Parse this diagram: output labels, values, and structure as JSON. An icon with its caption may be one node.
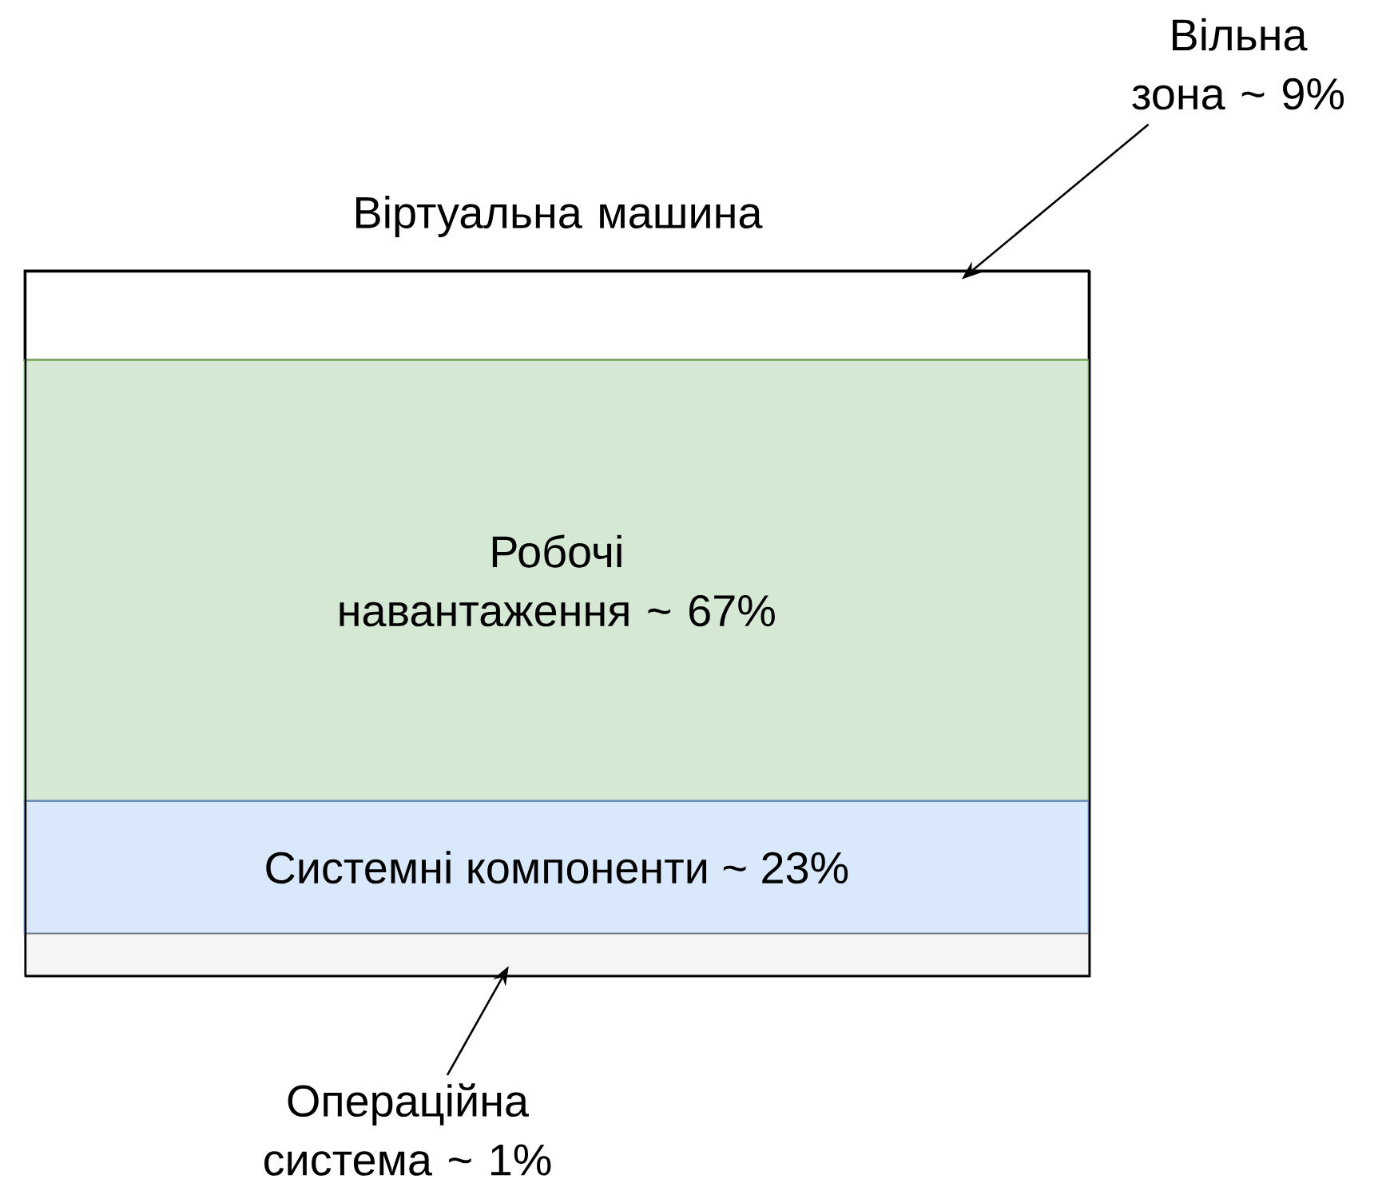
{
  "diagram": {
    "nodes": [
      {
        "text": [
          "Віртуальна машина"
        ]
      },
      {
        "text": [],
        "shape": "box",
        "in": 0
      },
      {
        "text": [
          "Робочі навантаження ~ 67%"
        ],
        "in": 0
      },
      {
        "text": [
          "Системні компоненти ~ 23%"
        ],
        "in": 0
      },
      {
        "text": [],
        "shape": "bar",
        "in": 0
      },
      {
        "text": [
          "Вільна зона ~ 9%"
        ]
      },
      {
        "text": [
          "Операційна система ~ 1%"
        ]
      }
    ],
    "edges": [
      {
        "from": 5,
        "to": 1,
        "arrow": "to"
      },
      {
        "from": 6,
        "to": 4,
        "arrow": "to"
      }
    ]
  }
}
